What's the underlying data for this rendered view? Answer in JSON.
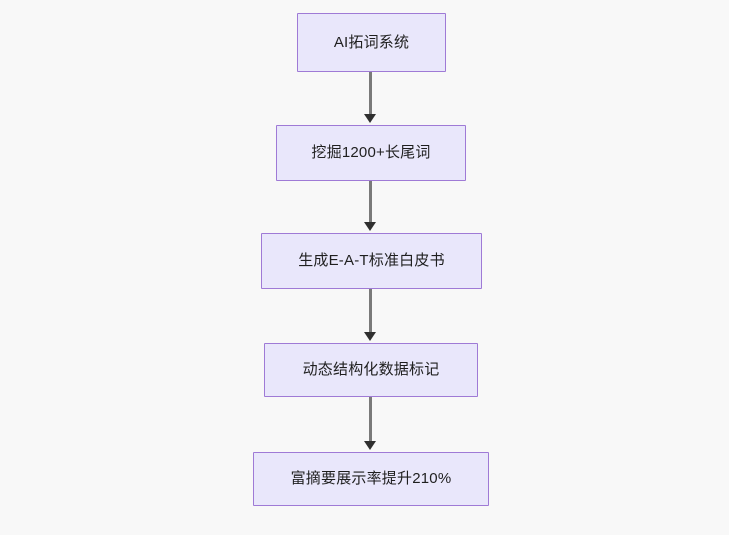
{
  "diagram": {
    "type": "flowchart",
    "orientation": "top-to-bottom",
    "background_color": "#f8f8f8",
    "node_fill_color": "#e9e7fb",
    "node_border_color": "#9f7ad6",
    "node_text_color": "#1f1f1f",
    "connector_color": "#7a7a7a",
    "arrowhead_color": "#2f2f2f",
    "nodes": [
      {
        "id": "n1",
        "label": "AI拓词系统"
      },
      {
        "id": "n2",
        "label": "挖掘1200+长尾词"
      },
      {
        "id": "n3",
        "label": "生成E-A-T标准白皮书"
      },
      {
        "id": "n4",
        "label": "动态结构化数据标记"
      },
      {
        "id": "n5",
        "label": "富摘要展示率提升210%"
      }
    ],
    "edges": [
      {
        "from": "n1",
        "to": "n2",
        "label": ""
      },
      {
        "from": "n2",
        "to": "n3",
        "label": ""
      },
      {
        "from": "n3",
        "to": "n4",
        "label": ""
      },
      {
        "from": "n4",
        "to": "n5",
        "label": ""
      }
    ]
  }
}
